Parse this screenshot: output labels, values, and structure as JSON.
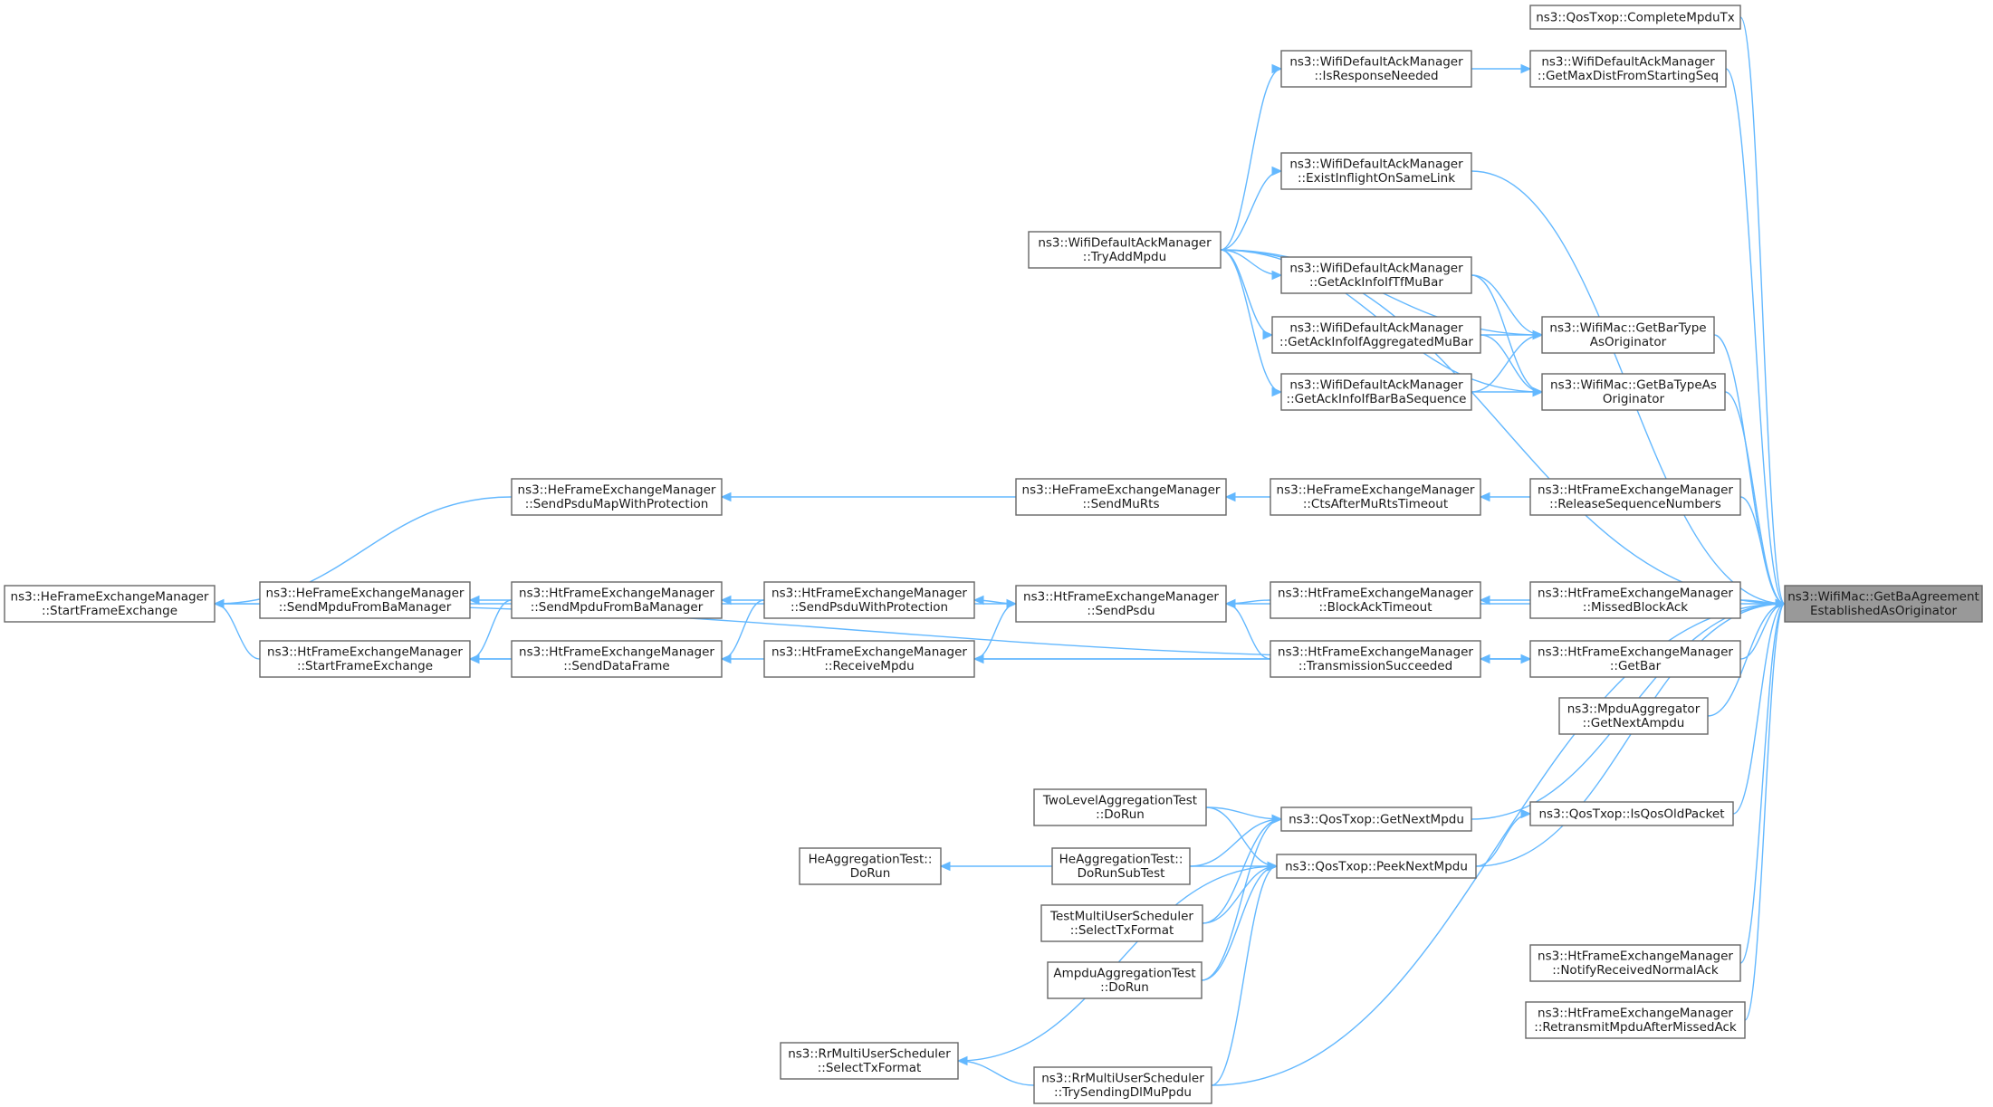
{
  "diagram": {
    "root": "n_root",
    "nodes": [
      {
        "id": "n_root",
        "lines": [
          "ns3::WifiMac::GetBaAgreement",
          "EstablishedAsOriginator"
        ]
      },
      {
        "id": "n_completeMpduTx",
        "lines": [
          "ns3::QosTxop::CompleteMpduTx"
        ]
      },
      {
        "id": "n_getMaxDist",
        "lines": [
          "ns3::WifiDefaultAckManager",
          "::GetMaxDistFromStartingSeq"
        ]
      },
      {
        "id": "n_isResponseNeeded",
        "lines": [
          "ns3::WifiDefaultAckManager",
          "::IsResponseNeeded"
        ]
      },
      {
        "id": "n_existInflight",
        "lines": [
          "ns3::WifiDefaultAckManager",
          "::ExistInflightOnSameLink"
        ]
      },
      {
        "id": "n_tryAddMpdu",
        "lines": [
          "ns3::WifiDefaultAckManager",
          "::TryAddMpdu"
        ]
      },
      {
        "id": "n_getAckIfTfMuBar",
        "lines": [
          "ns3::WifiDefaultAckManager",
          "::GetAckInfoIfTfMuBar"
        ]
      },
      {
        "id": "n_getAckIfAggMuBar",
        "lines": [
          "ns3::WifiDefaultAckManager",
          "::GetAckInfoIfAggregatedMuBar"
        ]
      },
      {
        "id": "n_getAckIfBarBaSeq",
        "lines": [
          "ns3::WifiDefaultAckManager",
          "::GetAckInfoIfBarBaSequence"
        ]
      },
      {
        "id": "n_getBarType",
        "lines": [
          "ns3::WifiMac::GetBarType",
          "AsOriginator"
        ]
      },
      {
        "id": "n_getBaType",
        "lines": [
          "ns3::WifiMac::GetBaTypeAs",
          "Originator"
        ]
      },
      {
        "id": "n_heSendPsduMap",
        "lines": [
          "ns3::HeFrameExchangeManager",
          "::SendPsduMapWithProtection"
        ]
      },
      {
        "id": "n_heSendMuRts",
        "lines": [
          "ns3::HeFrameExchangeManager",
          "::SendMuRts"
        ]
      },
      {
        "id": "n_heCtsAfterMuRts",
        "lines": [
          "ns3::HeFrameExchangeManager",
          "::CtsAfterMuRtsTimeout"
        ]
      },
      {
        "id": "n_htReleaseSeq",
        "lines": [
          "ns3::HtFrameExchangeManager",
          "::ReleaseSequenceNumbers"
        ]
      },
      {
        "id": "n_heStartFrameEx",
        "lines": [
          "ns3::HeFrameExchangeManager",
          "::StartFrameExchange"
        ]
      },
      {
        "id": "n_heSendMpduFromBa",
        "lines": [
          "ns3::HeFrameExchangeManager",
          "::SendMpduFromBaManager"
        ]
      },
      {
        "id": "n_htSendMpduFromBa",
        "lines": [
          "ns3::HtFrameExchangeManager",
          "::SendMpduFromBaManager"
        ]
      },
      {
        "id": "n_htSendPsduWithProt",
        "lines": [
          "ns3::HtFrameExchangeManager",
          "::SendPsduWithProtection"
        ]
      },
      {
        "id": "n_htSendPsdu",
        "lines": [
          "ns3::HtFrameExchangeManager",
          "::SendPsdu"
        ]
      },
      {
        "id": "n_htBlockAckTimeout",
        "lines": [
          "ns3::HtFrameExchangeManager",
          "::BlockAckTimeout"
        ]
      },
      {
        "id": "n_htMissedBlockAck",
        "lines": [
          "ns3::HtFrameExchangeManager",
          "::MissedBlockAck"
        ]
      },
      {
        "id": "n_htStartFrameEx",
        "lines": [
          "ns3::HtFrameExchangeManager",
          "::StartFrameExchange"
        ]
      },
      {
        "id": "n_htSendDataFrame",
        "lines": [
          "ns3::HtFrameExchangeManager",
          "::SendDataFrame"
        ]
      },
      {
        "id": "n_htReceiveMpdu",
        "lines": [
          "ns3::HtFrameExchangeManager",
          "::ReceiveMpdu"
        ]
      },
      {
        "id": "n_htTransSucceeded",
        "lines": [
          "ns3::HtFrameExchangeManager",
          "::TransmissionSucceeded"
        ]
      },
      {
        "id": "n_htGetBar",
        "lines": [
          "ns3::HtFrameExchangeManager",
          "::GetBar"
        ]
      },
      {
        "id": "n_mpduAggGetNext",
        "lines": [
          "ns3::MpduAggregator",
          "::GetNextAmpdu"
        ]
      },
      {
        "id": "n_twoLevelDoRun",
        "lines": [
          "TwoLevelAggregationTest",
          "::DoRun"
        ]
      },
      {
        "id": "n_qosGetNextMpdu",
        "lines": [
          "ns3::QosTxop::GetNextMpdu"
        ]
      },
      {
        "id": "n_qosIsOldPacket",
        "lines": [
          "ns3::QosTxop::IsQosOldPacket"
        ]
      },
      {
        "id": "n_heAggDoRun",
        "lines": [
          "HeAggregationTest::",
          "DoRun"
        ]
      },
      {
        "id": "n_heAggDoRunSub",
        "lines": [
          "HeAggregationTest::",
          "DoRunSubTest"
        ]
      },
      {
        "id": "n_qosPeekNextMpdu",
        "lines": [
          "ns3::QosTxop::PeekNextMpdu"
        ]
      },
      {
        "id": "n_testMuSelect",
        "lines": [
          "TestMultiUserScheduler",
          "::SelectTxFormat"
        ]
      },
      {
        "id": "n_ampduDoRun",
        "lines": [
          "AmpduAggregationTest",
          "::DoRun"
        ]
      },
      {
        "id": "n_htNotifyNormalAck",
        "lines": [
          "ns3::HtFrameExchangeManager",
          "::NotifyReceivedNormalAck"
        ]
      },
      {
        "id": "n_htRetransmit",
        "lines": [
          "ns3::HtFrameExchangeManager",
          "::RetransmitMpduAfterMissedAck"
        ]
      },
      {
        "id": "n_rrSelectTx",
        "lines": [
          "ns3::RrMultiUserScheduler",
          "::SelectTxFormat"
        ]
      },
      {
        "id": "n_rrTrySending",
        "lines": [
          "ns3::RrMultiUserScheduler",
          "::TrySendingDlMuPpdu"
        ]
      }
    ],
    "edges": [
      [
        "n_completeMpduTx",
        "n_root"
      ],
      [
        "n_getMaxDist",
        "n_root"
      ],
      [
        "n_isResponseNeeded",
        "n_getMaxDist"
      ],
      [
        "n_tryAddMpdu",
        "n_isResponseNeeded"
      ],
      [
        "n_tryAddMpdu",
        "n_root"
      ],
      [
        "n_existInflight",
        "n_root"
      ],
      [
        "n_tryAddMpdu",
        "n_existInflight"
      ],
      [
        "n_tryAddMpdu",
        "n_getAckIfTfMuBar"
      ],
      [
        "n_tryAddMpdu",
        "n_getAckIfAggMuBar"
      ],
      [
        "n_tryAddMpdu",
        "n_getAckIfBarBaSeq"
      ],
      [
        "n_tryAddMpdu",
        "n_getBarType"
      ],
      [
        "n_tryAddMpdu",
        "n_getBaType"
      ],
      [
        "n_getAckIfTfMuBar",
        "n_getBarType"
      ],
      [
        "n_getAckIfTfMuBar",
        "n_getBaType"
      ],
      [
        "n_getAckIfAggMuBar",
        "n_getBarType"
      ],
      [
        "n_getAckIfAggMuBar",
        "n_getBaType"
      ],
      [
        "n_getAckIfBarBaSeq",
        "n_getBarType"
      ],
      [
        "n_getAckIfBarBaSeq",
        "n_getBaType"
      ],
      [
        "n_getBarType",
        "n_root"
      ],
      [
        "n_getBaType",
        "n_root"
      ],
      [
        "n_heSendMuRts",
        "n_heSendPsduMap"
      ],
      [
        "n_heCtsAfterMuRts",
        "n_heSendMuRts"
      ],
      [
        "n_htReleaseSeq",
        "n_heCtsAfterMuRts"
      ],
      [
        "n_htReleaseSeq",
        "n_root"
      ],
      [
        "n_heSendPsduMap",
        "n_heStartFrameEx"
      ],
      [
        "n_heStartFrameEx",
        "n_root"
      ],
      [
        "n_htSendMpduFromBa",
        "n_heSendMpduFromBa"
      ],
      [
        "n_htSendPsduWithProt",
        "n_htSendMpduFromBa"
      ],
      [
        "n_htSendPsdu",
        "n_htSendPsduWithProt"
      ],
      [
        "n_htBlockAckTimeout",
        "n_htSendPsdu"
      ],
      [
        "n_htMissedBlockAck",
        "n_htBlockAckTimeout"
      ],
      [
        "n_htMissedBlockAck",
        "n_root"
      ],
      [
        "n_htStartFrameEx",
        "n_heStartFrameEx"
      ],
      [
        "n_htSendMpduFromBa",
        "n_htStartFrameEx"
      ],
      [
        "n_htSendDataFrame",
        "n_htStartFrameEx"
      ],
      [
        "n_htSendPsduWithProt",
        "n_htSendDataFrame"
      ],
      [
        "n_htReceiveMpdu",
        "n_htSendPsdu"
      ],
      [
        "n_htTransSucceeded",
        "n_htSendPsdu"
      ],
      [
        "n_htTransSucceeded",
        "n_htReceiveMpdu"
      ],
      [
        "n_htGetBar",
        "n_htTransSucceeded"
      ],
      [
        "n_htGetBar",
        "n_root"
      ],
      [
        "n_htStartFrameEx",
        "n_htGetBar"
      ],
      [
        "n_heStartFrameEx",
        "n_htGetBar"
      ],
      [
        "n_mpduAggGetNext",
        "n_root"
      ],
      [
        "n_qosGetNextMpdu",
        "n_root"
      ],
      [
        "n_qosIsOldPacket",
        "n_root"
      ],
      [
        "n_qosPeekNextMpdu",
        "n_qosIsOldPacket"
      ],
      [
        "n_qosPeekNextMpdu",
        "n_root"
      ],
      [
        "n_twoLevelDoRun",
        "n_qosGetNextMpdu"
      ],
      [
        "n_twoLevelDoRun",
        "n_qosPeekNextMpdu"
      ],
      [
        "n_heAggDoRunSub",
        "n_qosGetNextMpdu"
      ],
      [
        "n_heAggDoRunSub",
        "n_qosPeekNextMpdu"
      ],
      [
        "n_heAggDoRunSub",
        "n_heAggDoRun"
      ],
      [
        "n_testMuSelect",
        "n_qosGetNextMpdu"
      ],
      [
        "n_testMuSelect",
        "n_qosPeekNextMpdu"
      ],
      [
        "n_ampduDoRun",
        "n_qosGetNextMpdu"
      ],
      [
        "n_ampduDoRun",
        "n_qosPeekNextMpdu"
      ],
      [
        "n_rrSelectTx",
        "n_qosPeekNextMpdu"
      ],
      [
        "n_rrTrySending",
        "n_rrSelectTx"
      ],
      [
        "n_rrTrySending",
        "n_qosPeekNextMpdu"
      ],
      [
        "n_rrTrySending",
        "n_root"
      ],
      [
        "n_htNotifyNormalAck",
        "n_root"
      ],
      [
        "n_htRetransmit",
        "n_root"
      ]
    ]
  }
}
